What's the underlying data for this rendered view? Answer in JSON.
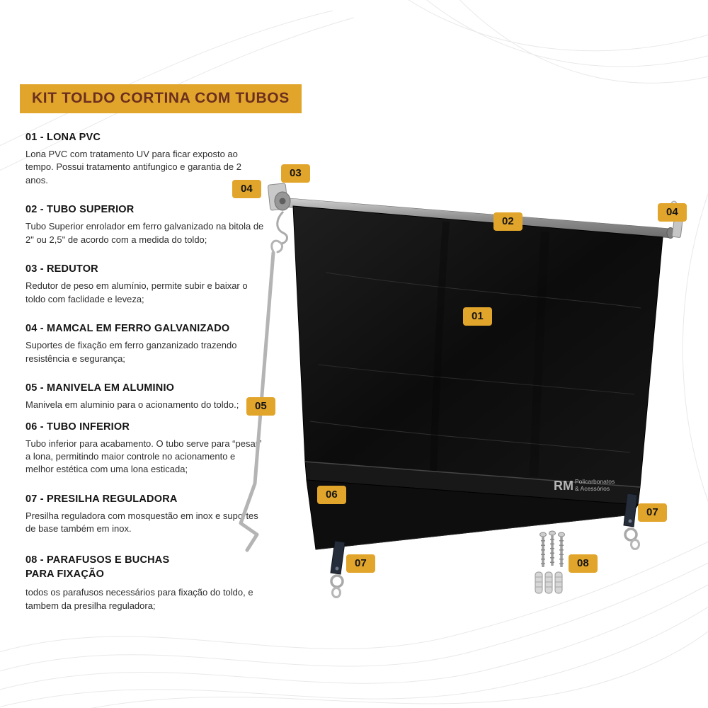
{
  "page": {
    "title_banner": "KIT TOLDO CORTINA COM TUBOS"
  },
  "colors": {
    "accent": "#E2A52B",
    "title_text": "#6B2F1F",
    "body_text": "#2E2E2E",
    "canvas_black": "#121212"
  },
  "parts": [
    {
      "heading": "01 - LONA PVC",
      "description": "Lona PVC com tratamento UV para ficar exposto ao tempo. Possui tratamento antifungico e garantia de 2 anos."
    },
    {
      "heading": "02 - TUBO SUPERIOR",
      "description": "Tubo Superior enrolador em ferro galvanizado na bitola de 2\" ou 2,5\" de acordo com a medida do toldo;"
    },
    {
      "heading": "03 - REDUTOR",
      "description": "Redutor de peso em alumínio, permite subir e baixar o toldo com faclidade e leveza;"
    },
    {
      "heading": "04 - MAMCAL EM FERRO GALVANIZADO",
      "description": "Suportes de fixação em ferro ganzanizado trazendo resistência e segurança;"
    },
    {
      "heading": "05 - MANIVELA EM ALUMINIO",
      "description": "Manivela em aluminio para o acionamento do toldo.;"
    },
    {
      "heading": "06 - TUBO INFERIOR",
      "description": "Tubo inferior para acabamento. O tubo serve para “pesar” a lona, permitindo maior controle no acionamento e melhor estética com uma lona esticada;"
    },
    {
      "heading": "07 - PRESILHA REGULADORA",
      "description": "Presilha reguladora com mosquestão em inox e suportes de base também em inox."
    },
    {
      "heading": "08 - PARAFUSOS E BUCHAS PARA FIXAÇÃO",
      "description": "todos os parafusos necessários para fixação do toldo, e tambem da presilha reguladora;"
    }
  ],
  "callouts": {
    "lona": "01",
    "tubo_superior": "02",
    "redutor": "03",
    "mamcal_left": "04",
    "mamcal_right": "04",
    "manivela": "05",
    "tubo_inferior": "06",
    "presilha_left": "07",
    "presilha_right": "07",
    "parafusos": "08"
  },
  "watermark": {
    "initials": "RM",
    "line1": "Policarbonatos",
    "line2": "& Acessórios"
  }
}
